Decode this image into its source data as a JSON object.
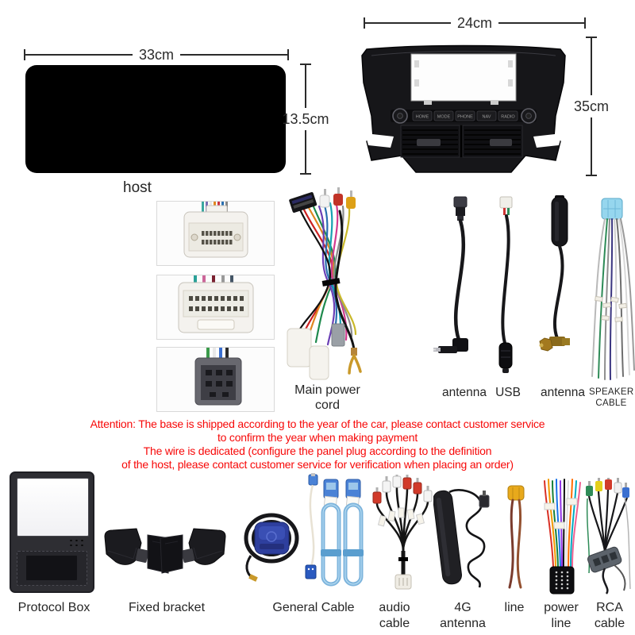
{
  "colors": {
    "attention-red": "#f70808",
    "label": "#262626",
    "measure": "#2b2b2b",
    "cable-blue": "#7db4dc",
    "connector-blue": "#4a82d6",
    "gps-blue": "#2e3f9e",
    "plug-lightblue": "#96d6ee"
  },
  "host": {
    "label": "host",
    "width": "33cm",
    "height": "13.5cm"
  },
  "fascia": {
    "width": "24cm",
    "height": "35cm",
    "buttons": [
      "HOME",
      "MODE",
      "PHONE",
      "NAV",
      "RADIO"
    ]
  },
  "harness": {
    "label": "Main power cord"
  },
  "cables": {
    "antenna_left": "antenna",
    "usb": "USB",
    "antenna_right": "antenna",
    "speaker": "SPEAKER CABLE"
  },
  "attention": {
    "line1": "Attention: The base is shipped according to the year of the car, please contact customer service",
    "line2": "to confirm the year when making payment",
    "line3": "The wire is dedicated (configure the panel plug according to the definition",
    "line4": "of the host, please contact customer service for verification when placing an order)"
  },
  "bottom": {
    "protocol_box": "Protocol Box",
    "fixed_bracket": "Fixed bracket",
    "general_cable": "General Cable",
    "audio_cable": "audio cable",
    "antenna_4g": "4G antenna",
    "line": "line",
    "power_line": "power line",
    "rca_cable": "RCA cable"
  }
}
